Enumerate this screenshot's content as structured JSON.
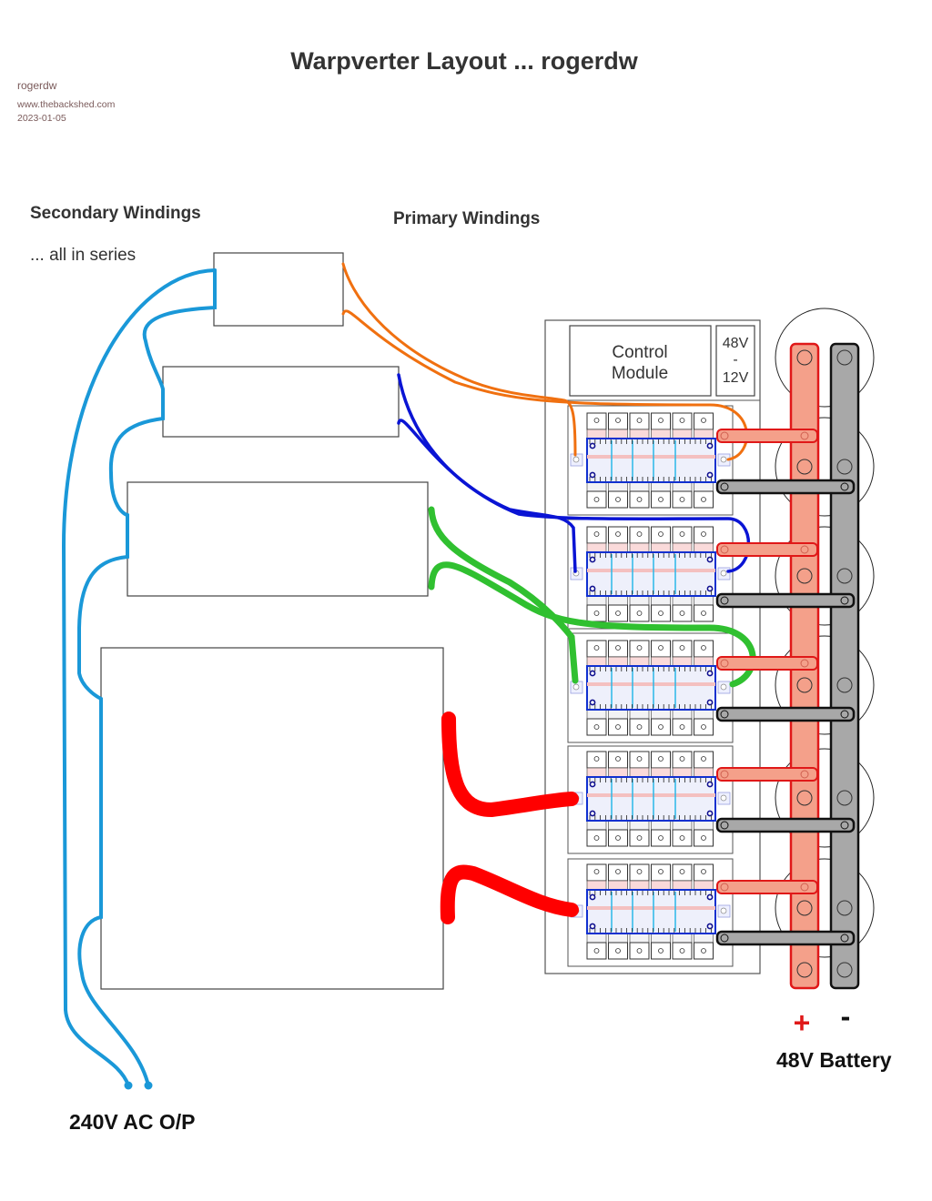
{
  "header": {
    "title": "Warpverter Layout  ...  rogerdw",
    "author": "rogerdw",
    "site": "www.thebackshed.com",
    "date": "2023-01-05"
  },
  "labels": {
    "secondary_windings": "Secondary Windings",
    "secondary_note": "... all in series",
    "primary_windings": "Primary Windings",
    "ac_output": "240V AC O/P",
    "battery": "48V Battery",
    "plus": "+",
    "minus": "-"
  },
  "control_module": {
    "line1": "Control",
    "line2": "Module"
  },
  "dc_converter": {
    "line1": "48V",
    "line2": "-",
    "line3": "12V"
  },
  "transformers": [
    {
      "name": "transformer-1",
      "primary_wire_color": "#f07010"
    },
    {
      "name": "transformer-2",
      "primary_wire_color": "#0a14d4"
    },
    {
      "name": "transformer-3",
      "primary_wire_color": "#30c030"
    },
    {
      "name": "transformer-4",
      "primary_wire_color": "#ff0000"
    }
  ],
  "h_bridge_boards": [
    {
      "name": "board-1",
      "wire_color": "#f07010"
    },
    {
      "name": "board-2",
      "wire_color": "#0a14d4"
    },
    {
      "name": "board-3",
      "wire_color": "#30c030"
    },
    {
      "name": "board-4",
      "wire_color": "#ff0000"
    },
    {
      "name": "board-5",
      "wire_color": "#ff0000"
    }
  ],
  "colors": {
    "secondary_wire": "#1a98d8",
    "positive_rail_fill": "#f4a08a",
    "positive_rail_stroke": "#e01818",
    "negative_rail_fill": "#a8a8a8",
    "negative_rail_stroke": "#111111",
    "plus_sign": "#e01818"
  }
}
